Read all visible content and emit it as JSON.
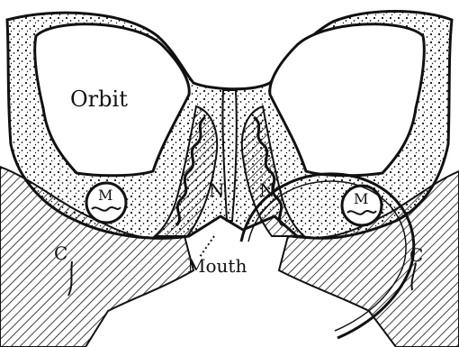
{
  "labels": {
    "orbit": "Orbit",
    "nasal_left": "N",
    "nasal_right": "N",
    "maxillary_left": "M",
    "maxillary_right": "M",
    "mouth": "Mouth",
    "cheek_left": "C",
    "cheek_right": "C"
  },
  "colors": {
    "ink": "#111111",
    "paper": "#ffffff"
  }
}
